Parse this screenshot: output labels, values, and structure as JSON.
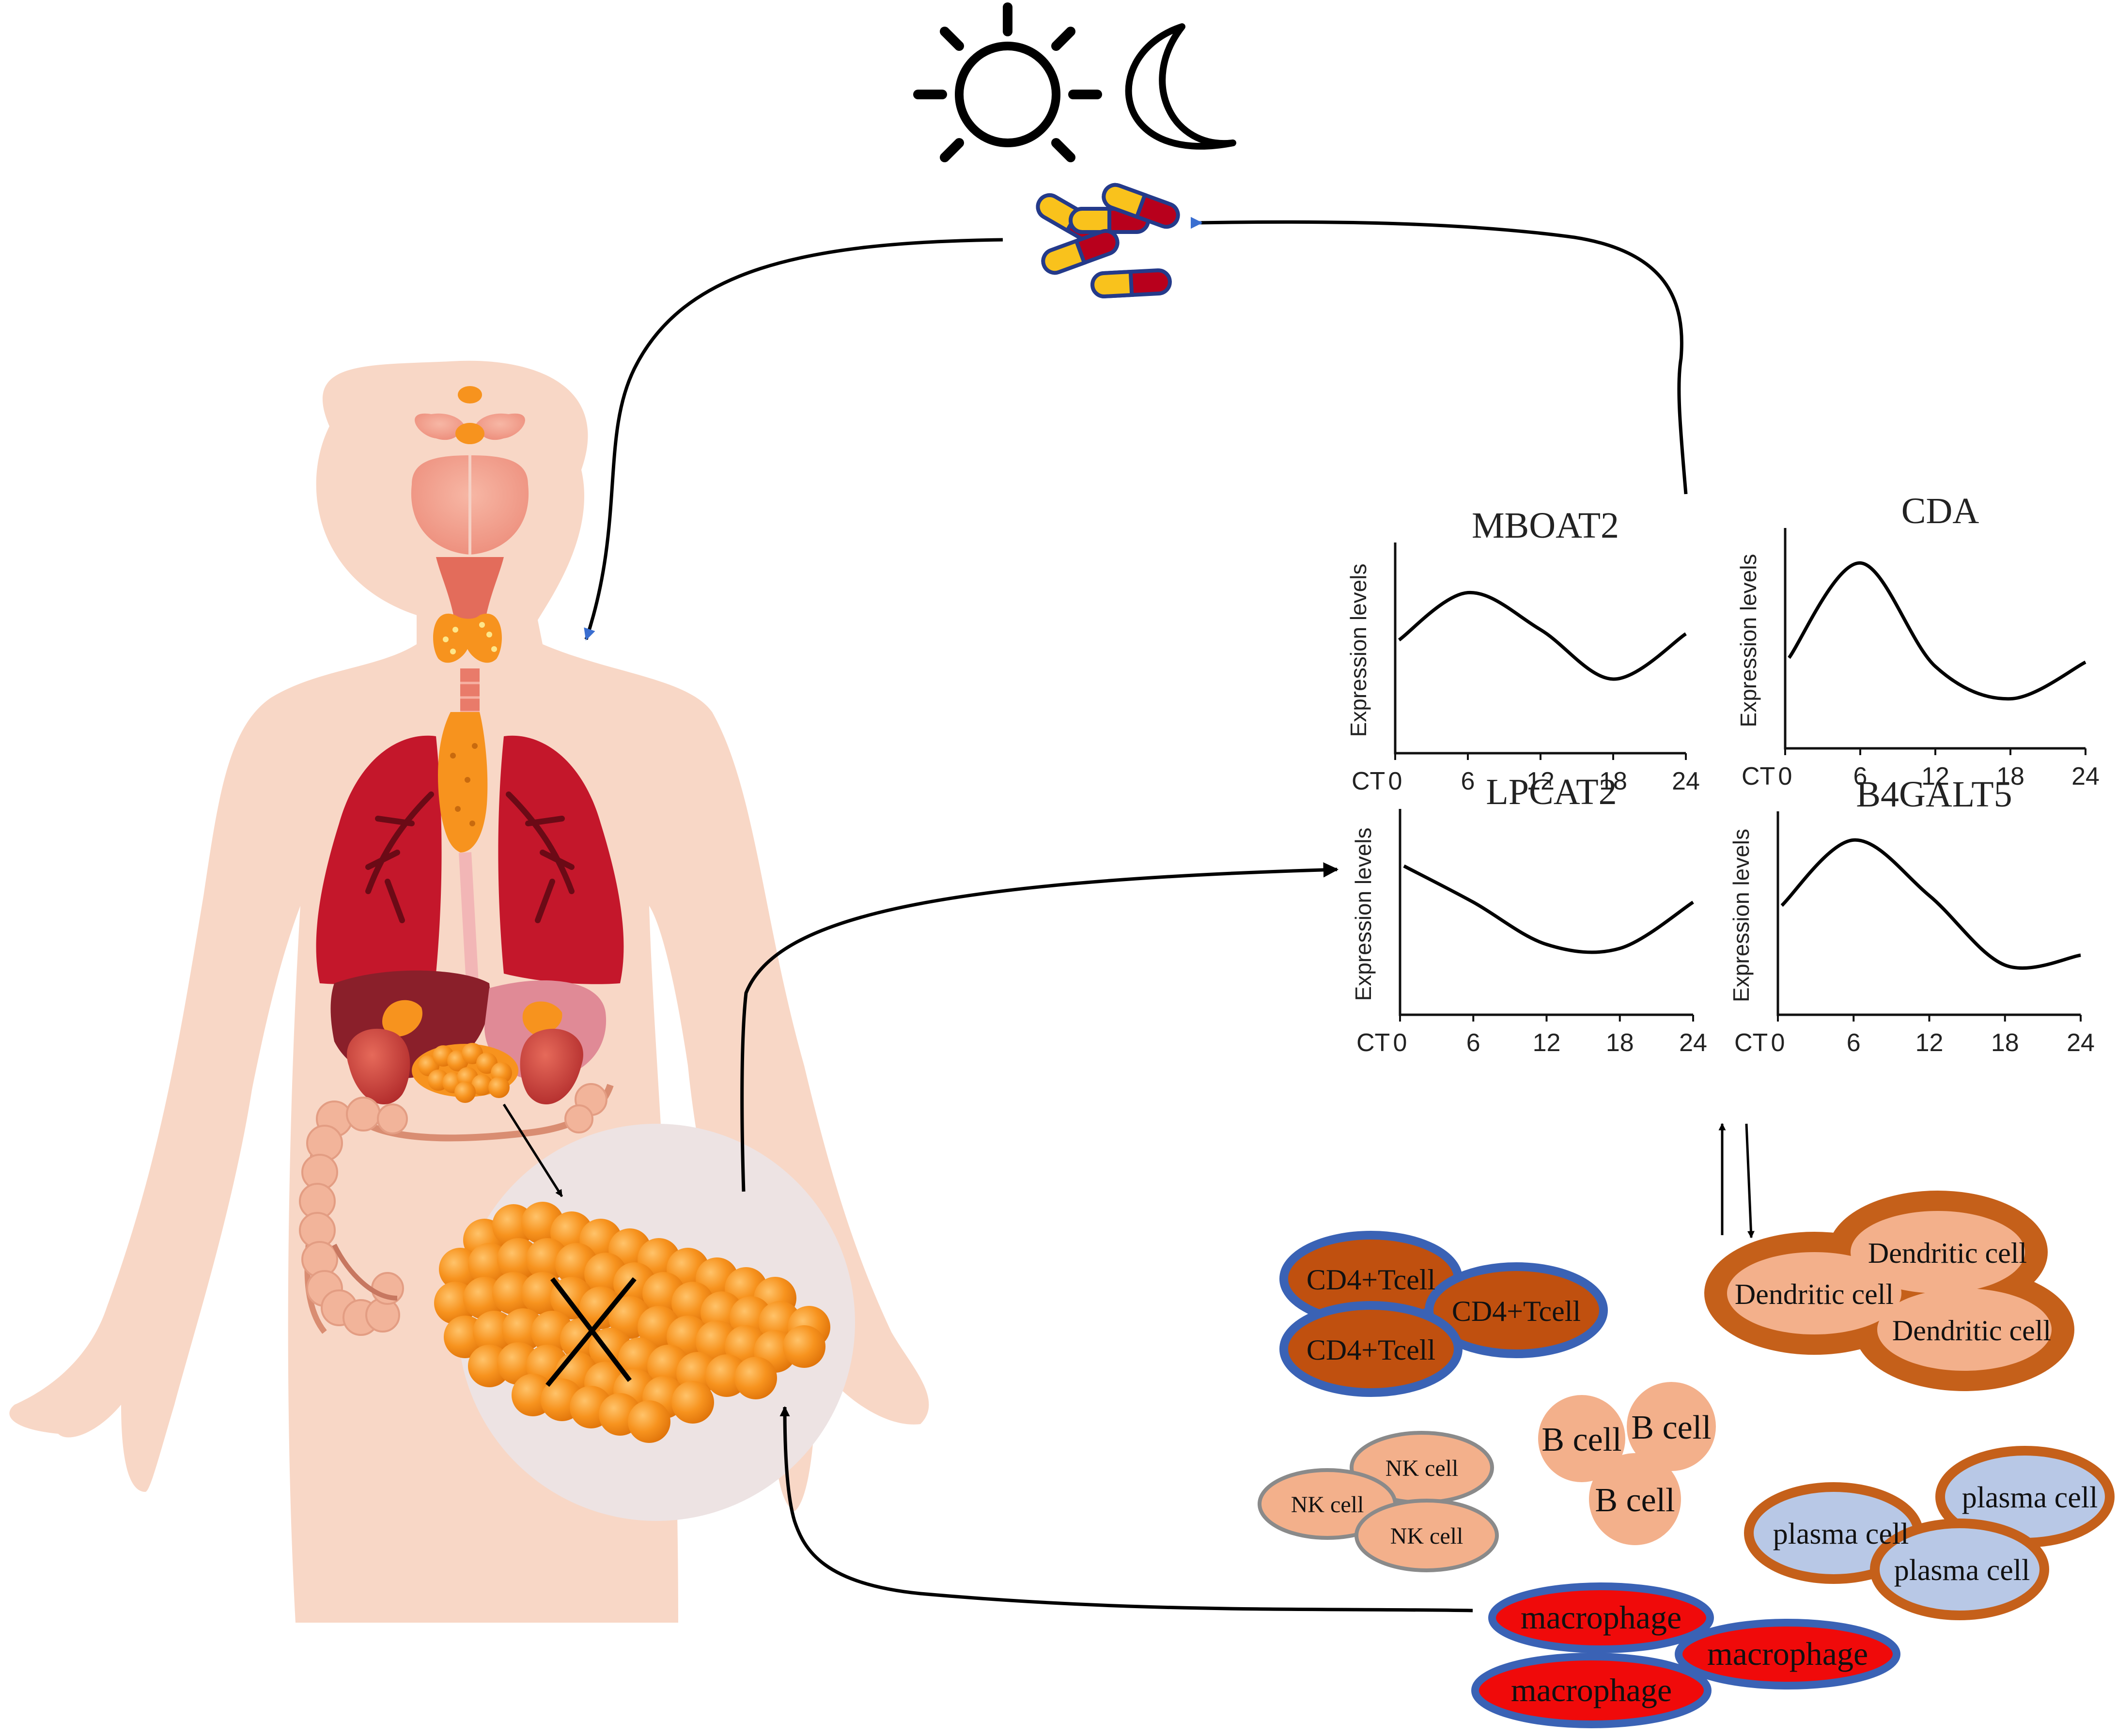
{
  "panels": [
    {
      "title": "MBOAT2",
      "ylabel": "Expression levels",
      "xprefix": "CT",
      "ticks": [
        "0",
        "6",
        "12",
        "18",
        "24"
      ]
    },
    {
      "title": "CDA",
      "ylabel": "Expression levels",
      "xprefix": "CT",
      "ticks": [
        "0",
        "6",
        "12",
        "18",
        "24"
      ]
    },
    {
      "title": "LPCAT2",
      "ylabel": "Expression levels",
      "xprefix": "CT",
      "ticks": [
        "0",
        "6",
        "12",
        "18",
        "24"
      ]
    },
    {
      "title": "B4GALT5",
      "ylabel": "Expression levels",
      "xprefix": "CT",
      "ticks": [
        "0",
        "6",
        "12",
        "18",
        "24"
      ]
    }
  ],
  "chart_data": [
    {
      "type": "line",
      "title": "MBOAT2",
      "xlabel": "CT",
      "ylabel": "Expression levels",
      "x": [
        0,
        6,
        12,
        18,
        24
      ],
      "y": [
        0.55,
        0.78,
        0.6,
        0.36,
        0.58
      ],
      "xlim": [
        0,
        24
      ],
      "ylim": [
        0,
        1
      ]
    },
    {
      "type": "line",
      "title": "CDA",
      "xlabel": "CT",
      "ylabel": "Expression levels",
      "x": [
        0,
        6,
        12,
        18,
        24
      ],
      "y": [
        0.42,
        0.86,
        0.38,
        0.23,
        0.4
      ],
      "xlim": [
        0,
        24
      ],
      "ylim": [
        0,
        1
      ]
    },
    {
      "type": "line",
      "title": "LPCAT2",
      "xlabel": "CT",
      "ylabel": "Expression levels",
      "x": [
        0,
        6,
        12,
        18,
        24
      ],
      "y": [
        0.74,
        0.56,
        0.35,
        0.33,
        0.56
      ],
      "xlim": [
        0,
        24
      ],
      "ylim": [
        0,
        1
      ]
    },
    {
      "type": "line",
      "title": "B4GALT5",
      "xlabel": "CT",
      "ylabel": "Expression levels",
      "x": [
        0,
        6,
        12,
        18,
        24
      ],
      "y": [
        0.55,
        0.88,
        0.6,
        0.25,
        0.3
      ],
      "xlim": [
        0,
        24
      ],
      "ylim": [
        0,
        1
      ]
    }
  ],
  "cells": {
    "cd4": [
      "CD4+Tcell",
      "CD4+Tcell",
      "CD4+Tcell"
    ],
    "dendritic": [
      "Dendritic cell",
      "Dendritic cell",
      "Dendritic cell"
    ],
    "b": [
      "B cell",
      "B cell",
      "B cell"
    ],
    "nk": [
      "NK cell",
      "NK cell",
      "NK cell"
    ],
    "plasma": [
      "plasma cell",
      "plasma cell",
      "plasma cell"
    ],
    "macrophage": [
      "macrophage",
      "macrophage",
      "macrophage"
    ]
  },
  "colors": {
    "skin": "#f8d7c6",
    "lung": "#c4172b",
    "orange": "#f7931e",
    "cd4_fill": "#c0500f",
    "cell_border_blue": "#3a62b5",
    "dendritic_ring": "#c5601a",
    "peach": "#f3b08b",
    "plasma_fill": "#b8c8e6",
    "macrophage_fill": "#f00a0a",
    "magnifier": "#ede3e3"
  }
}
